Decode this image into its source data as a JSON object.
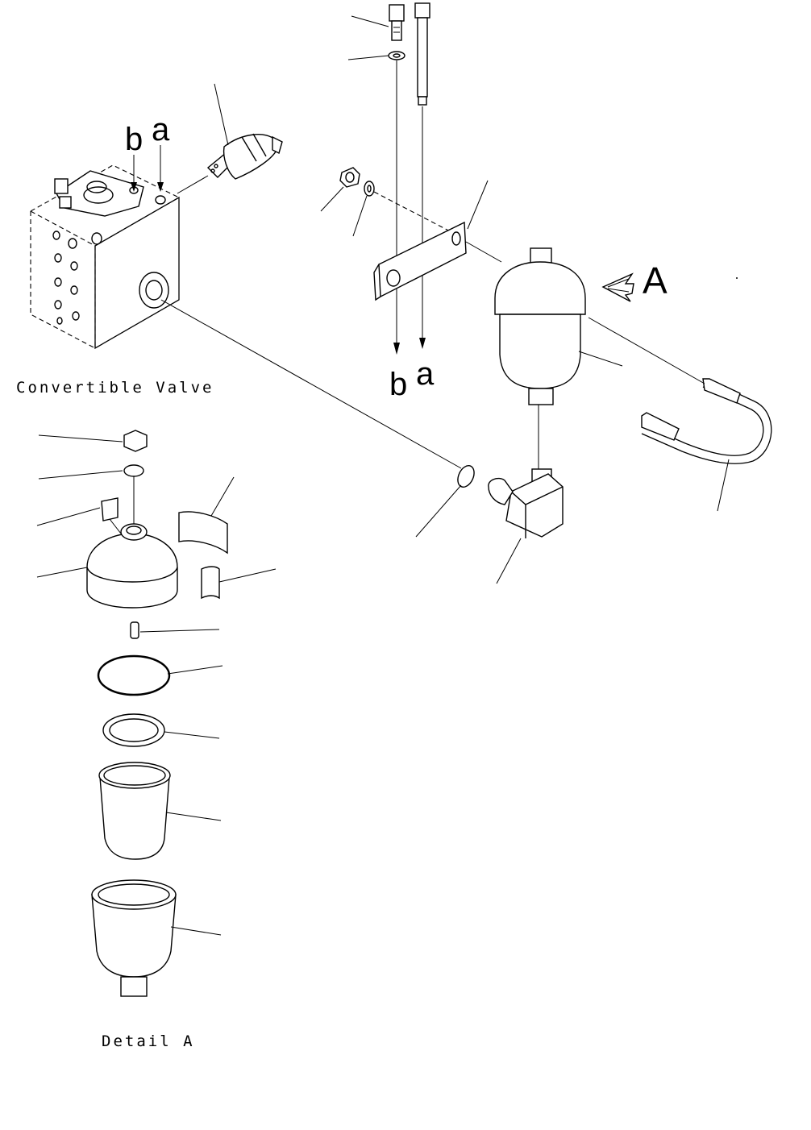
{
  "labels": {
    "convertible_valve": "Convertible Valve",
    "detail_a": "Detail A",
    "view_a": "A",
    "mark_a_top": "a",
    "mark_b_top": "b",
    "mark_a_bottom": "a",
    "mark_b_bottom": "b"
  }
}
